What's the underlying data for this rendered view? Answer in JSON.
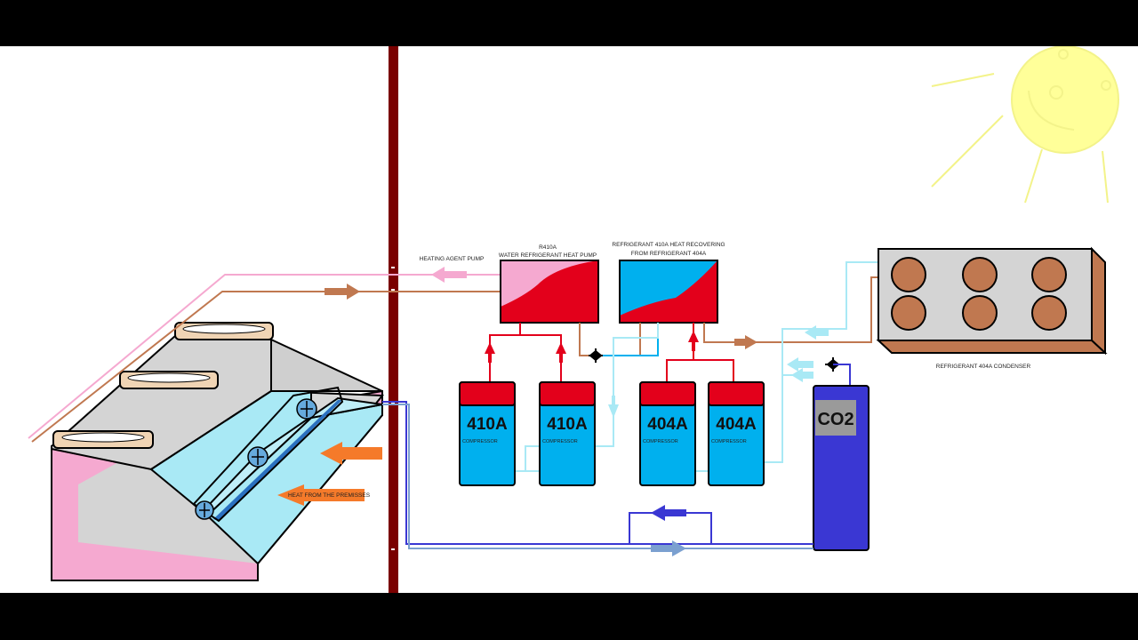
{
  "labels": {
    "heating_agent_pump": "HEATING AGENT PUMP",
    "heat_pump_line1": "R410A",
    "heat_pump_line2": "WATER REFRIGERANT HEAT PUMP",
    "heat_recover_line1": "REFRIGERANT 410A HEAT RECOVERING",
    "heat_recover_line2": "FROM REFRIGERANT 404A",
    "condenser": "REFRIGERANT 404A CONDENSER",
    "heat_from_premises": "HEAT FROM THE PREMISSES",
    "co2": "CO2"
  },
  "compressors": [
    {
      "refrigerant": "410A",
      "caption": "COMPRESSOR"
    },
    {
      "refrigerant": "410A",
      "caption": "COMPRESSOR"
    },
    {
      "refrigerant": "404A",
      "caption": "COMPRESSOR"
    },
    {
      "refrigerant": "404A",
      "caption": "COMPRESSOR"
    }
  ],
  "colors": {
    "pink": "#f5a9d0",
    "brown": "#c07850",
    "light_blue": "#a9e9f5",
    "red": "#e3001b",
    "cyan": "#00b0ee",
    "dark_blue": "#3a37d3",
    "orange": "#f57a2a",
    "wall": "#7a0000",
    "sun": "#ffff99"
  }
}
